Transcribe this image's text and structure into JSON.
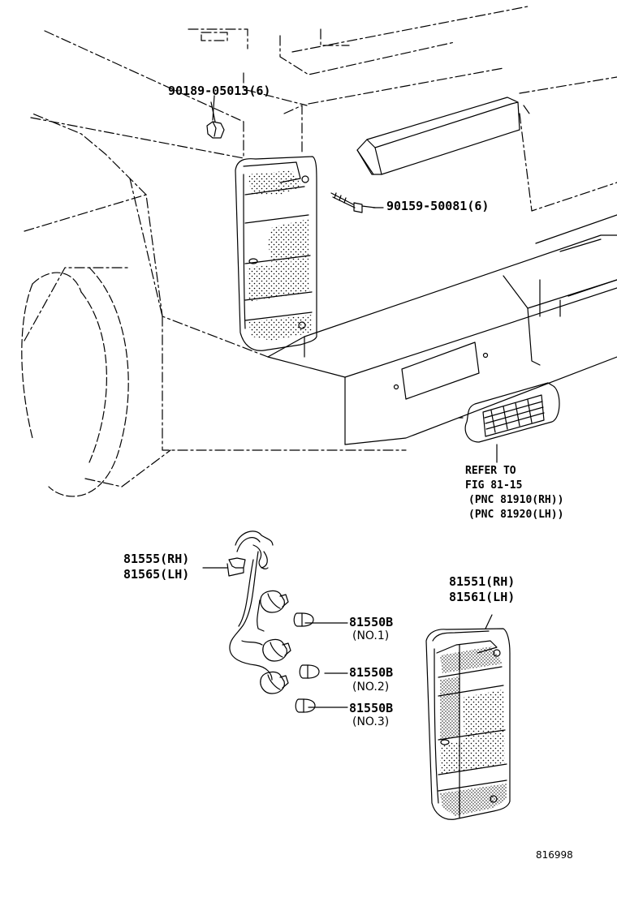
{
  "labels": {
    "screw_90189": "90189-05013(6)",
    "screw_90159": "90159-50081(6)",
    "refer_line1": "REFER TO",
    "refer_line2": "FIG 81-15",
    "refer_line3": "(PNC 81910(RH))",
    "refer_line4": "(PNC 81920(LH))",
    "socket_rh": "81555(RH)",
    "socket_lh": "81565(LH)",
    "lamp_rh": "81551(RH)",
    "lamp_lh": "81561(LH)",
    "bulb1_part": "81550B",
    "bulb1_no": "(NO.1)",
    "bulb2_part": "81550B",
    "bulb2_no": "(NO.2)",
    "bulb3_part": "81550B",
    "bulb3_no": "(NO.3)",
    "diagram_id": "816998"
  },
  "colors": {
    "line": "#000000",
    "background": "#ffffff"
  }
}
